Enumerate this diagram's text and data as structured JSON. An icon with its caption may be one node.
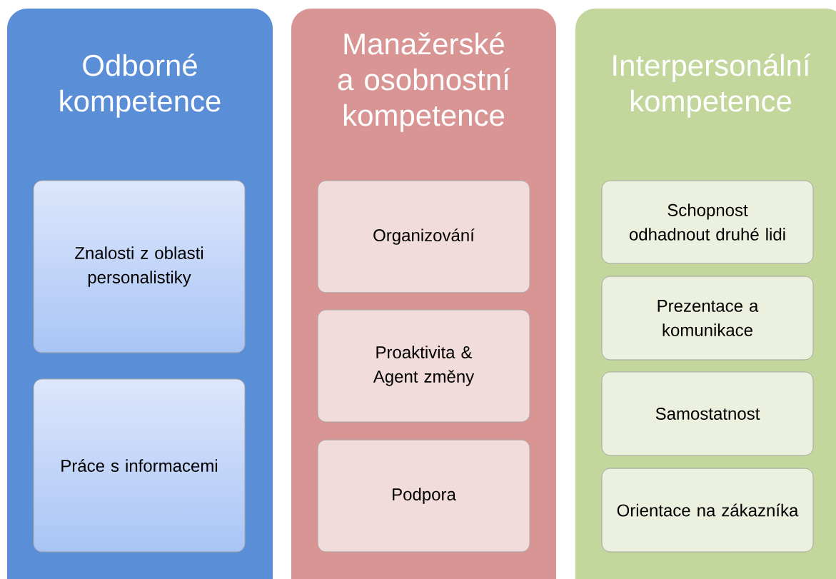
{
  "diagram": {
    "nodes": [
      {
        "text": [
          "Odborné kompetence"
        ]
      },
      {
        "text": [
          "Znalosti z oblasti personalistiky"
        ],
        "in": 0
      },
      {
        "text": [
          "Práce s informacemi"
        ],
        "in": 0
      },
      {
        "text": [
          "Manažerské a osobnostní kompetence"
        ]
      },
      {
        "text": [
          "Organizování"
        ],
        "in": 3
      },
      {
        "text": [
          "Proaktivita & Agent změny"
        ],
        "in": 3
      },
      {
        "text": [
          "Podpora"
        ],
        "in": 3
      },
      {
        "text": [
          "Interpersonální kompetence"
        ]
      },
      {
        "text": [
          "Schopnost odhadnout druhé lidi"
        ],
        "in": 7
      },
      {
        "text": [
          "Prezentace a komunikace"
        ],
        "in": 7
      },
      {
        "text": [
          "Samostatnost"
        ],
        "in": 7
      },
      {
        "text": [
          "Orientace na zákazníka"
        ],
        "in": 7
      }
    ]
  }
}
